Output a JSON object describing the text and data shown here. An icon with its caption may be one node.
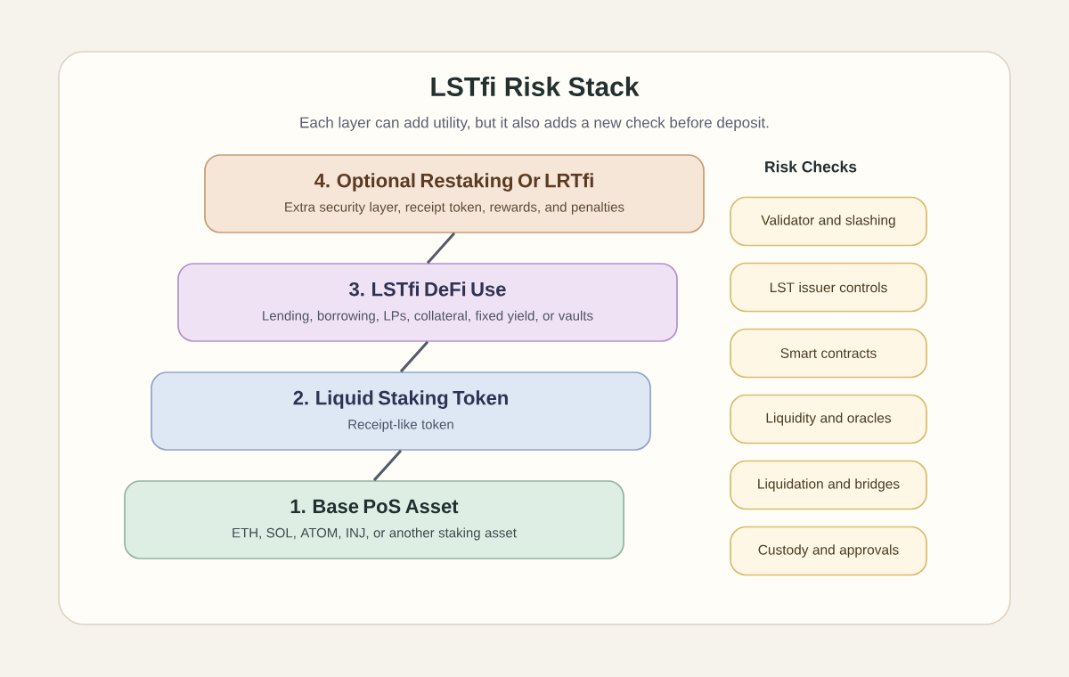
{
  "diagram": {
    "title": "LSTfi Risk Stack",
    "nodes": [
      {
        "text": [
          "4. Optional Restaking Or LRTfi",
          "Extra security layer, receipt token, rewards, and penalties"
        ]
      },
      {
        "text": [
          "3. LSTfi DeFi Use",
          "Lending, borrowing, LPs, collateral, fixed yield, or vaults"
        ]
      },
      {
        "text": [
          "2. Liquid Staking Token",
          "Receipt-like token"
        ]
      },
      {
        "text": [
          "1. Base PoS Asset",
          "ETH, SOL, ATOM, INJ, or another staking asset"
        ]
      },
      {
        "text": [
          "Validator and slashing"
        ]
      },
      {
        "text": [
          "LST issuer controls"
        ]
      },
      {
        "text": [
          "Smart contracts"
        ]
      },
      {
        "text": [
          "Liquidity and oracles"
        ]
      },
      {
        "text": [
          "Liquidation and bridges"
        ]
      },
      {
        "text": [
          "Custody and approvals"
        ]
      }
    ],
    "edges": [
      {
        "from": 0,
        "to": 1,
        "arrow": "none"
      },
      {
        "from": 1,
        "to": 2,
        "arrow": "none"
      },
      {
        "from": 2,
        "to": 3,
        "arrow": "none"
      }
    ],
    "labels": [
      "Each layer can add utility, but it also adds a new check before deposit.",
      "Risk Checks"
    ]
  }
}
